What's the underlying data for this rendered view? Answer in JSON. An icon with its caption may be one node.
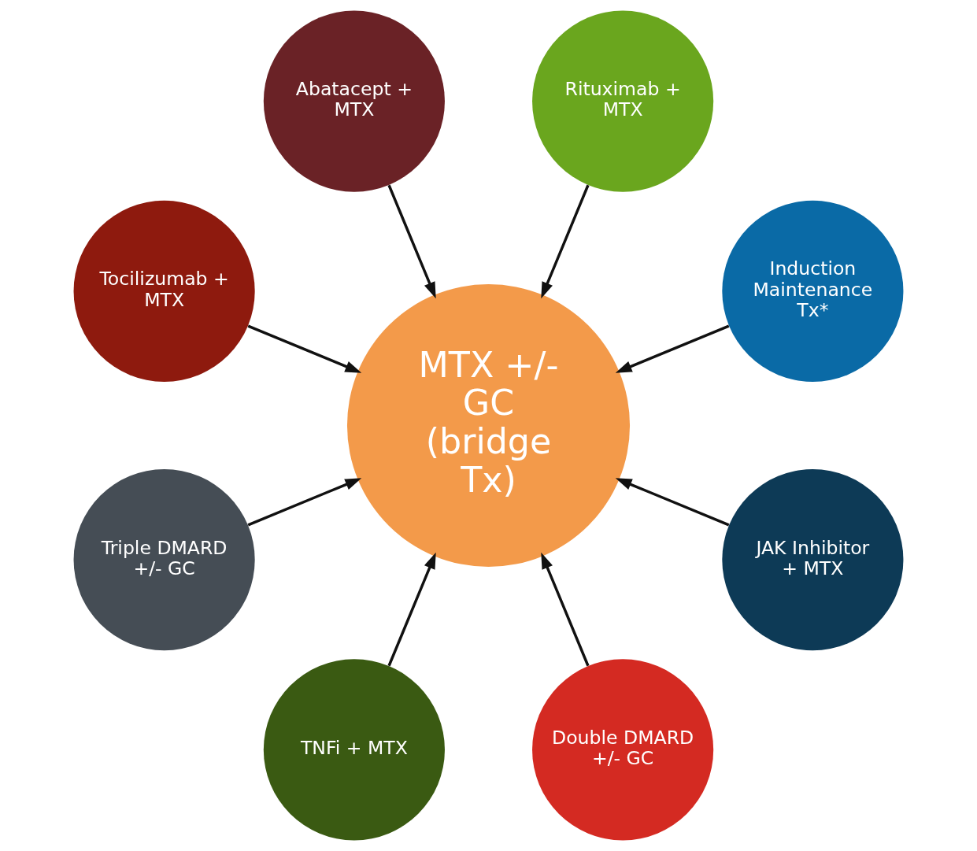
{
  "diagram": {
    "nodes": [
      {
        "text": [
          "Induction Maintenance Tx*"
        ]
      },
      {
        "text": [
          "Rituximab + MTX"
        ]
      },
      {
        "text": [
          "Abatacept + MTX"
        ]
      },
      {
        "text": [
          "Tocilizumab + MTX"
        ]
      },
      {
        "text": [
          "MTX +/- GC (bridge Tx)"
        ]
      },
      {
        "text": [
          "Triple DMARD +/- GC"
        ]
      },
      {
        "text": [
          "TNFi + MTX"
        ]
      },
      {
        "text": [
          "Double DMARD +/- GC"
        ]
      },
      {
        "text": [
          "JAK Inhibitor + MTX"
        ]
      }
    ],
    "edges": [
      {
        "from": 0,
        "to": 4,
        "arrow": "to"
      },
      {
        "from": 2,
        "to": 4,
        "arrow": "to"
      },
      {
        "from": 5,
        "to": 4,
        "arrow": "to"
      },
      {
        "from": 7,
        "to": 4,
        "arrow": "to"
      },
      {
        "from": 8,
        "to": 4,
        "arrow": "to"
      },
      {
        "from": 6,
        "to": 4,
        "arrow": "to"
      },
      {
        "from": 3,
        "to": 4,
        "arrow": "to"
      },
      {
        "from": 1,
        "to": 4,
        "arrow": "to"
      }
    ]
  }
}
